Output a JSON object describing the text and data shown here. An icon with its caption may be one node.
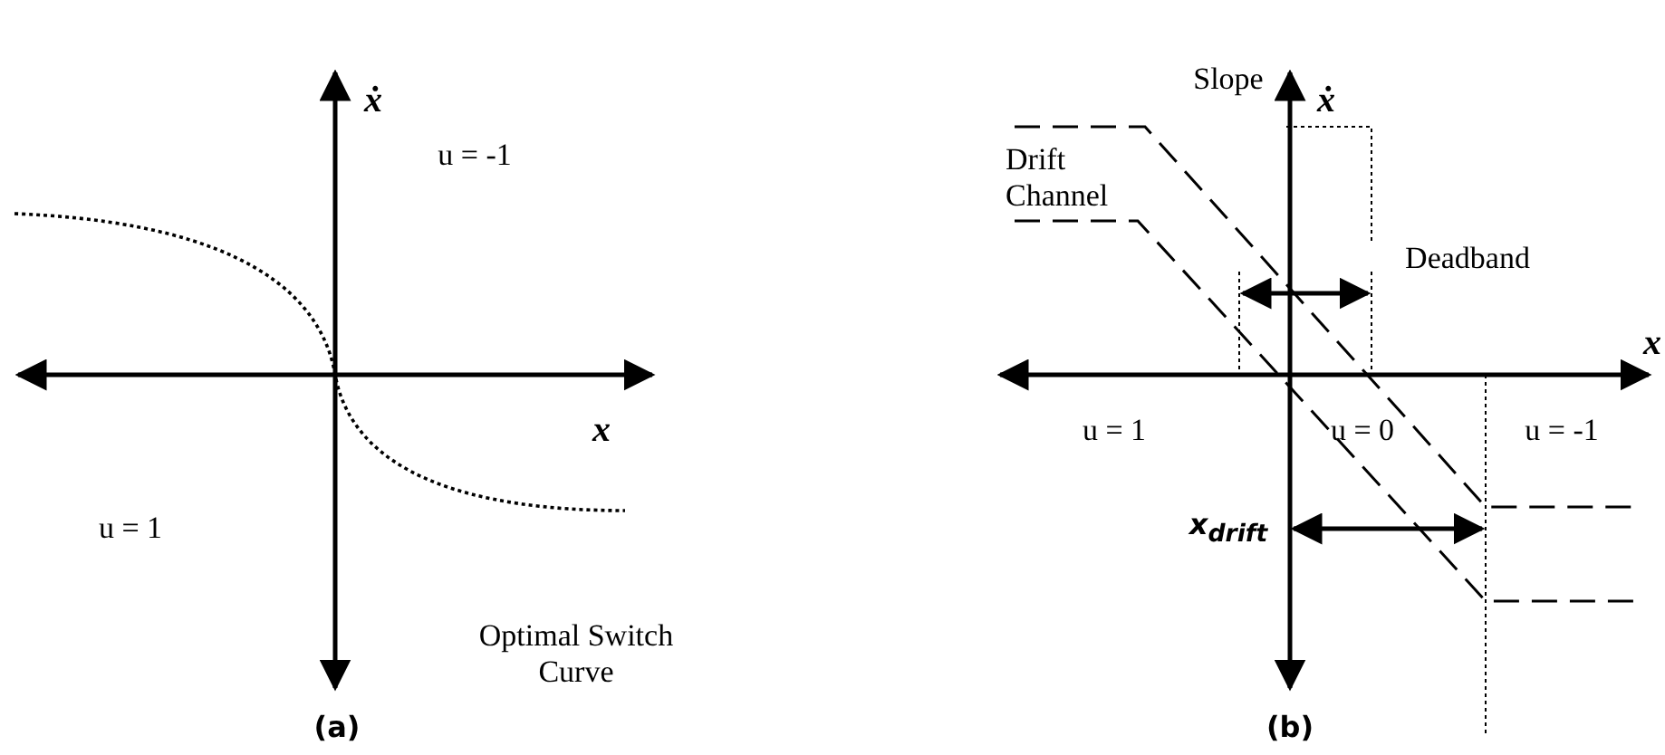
{
  "diagram": {
    "labels": [
      "ẋ",
      "u = -1",
      "x",
      "u = 1",
      "Optimal Switch Curve",
      "(a)",
      "Slope",
      "ẋ",
      "Drift Channel",
      "Deadband",
      "x",
      "u = 1",
      "u = 0",
      "u = -1",
      "x$_{drift}$",
      "(b)"
    ]
  }
}
